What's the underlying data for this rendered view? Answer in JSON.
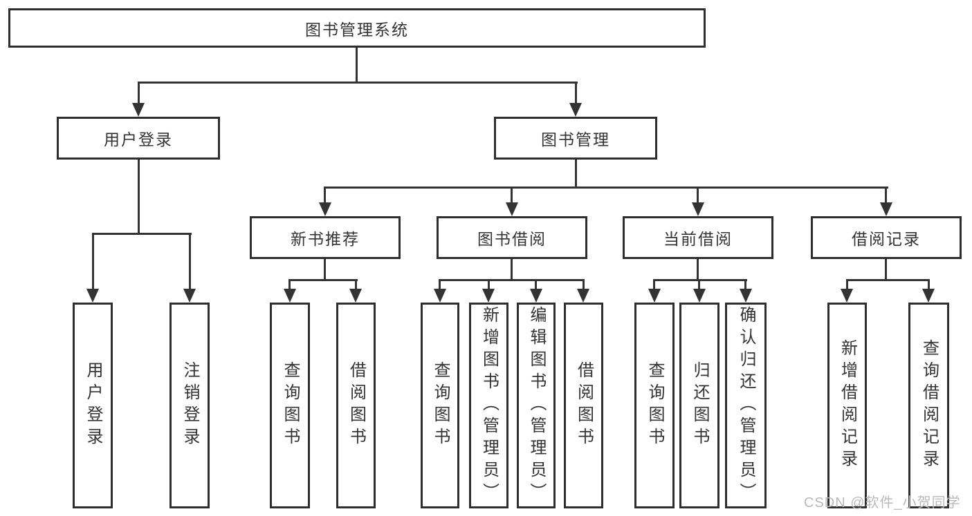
{
  "colors": {
    "line": "#333333",
    "border": "#2e2e2e",
    "box_bg": "#ffffff",
    "text": "#333333",
    "watermark": "#b9b9b9"
  },
  "nodes": {
    "root": "图书管理系统",
    "user_login": "用户登录",
    "book_mgmt": "图书管理",
    "new_book_rec": "新书推荐",
    "book_borrow": "图书借阅",
    "current_borrow": "当前借阅",
    "borrow_records": "借阅记录",
    "leaf_user_login": "用户登录",
    "leaf_logout": "注销登录",
    "leaf_query_books_rec": "查询图书",
    "leaf_borrow_books_rec": "借阅图书",
    "leaf_query_books_borrow": "查询图书",
    "leaf_add_book_admin": "新增图书（管理员）",
    "leaf_edit_book_admin": "编辑图书（管理员）",
    "leaf_borrow_books_borrow": "借阅图书",
    "leaf_query_books_current": "查询图书",
    "leaf_return_books": "归还图书",
    "leaf_confirm_return_admin": "确认归还（管理员）",
    "leaf_add_borrow_record": "新增借阅记录",
    "leaf_query_borrow_record": "查询借阅记录"
  },
  "watermark": "CSDN @软件_小贺同学"
}
